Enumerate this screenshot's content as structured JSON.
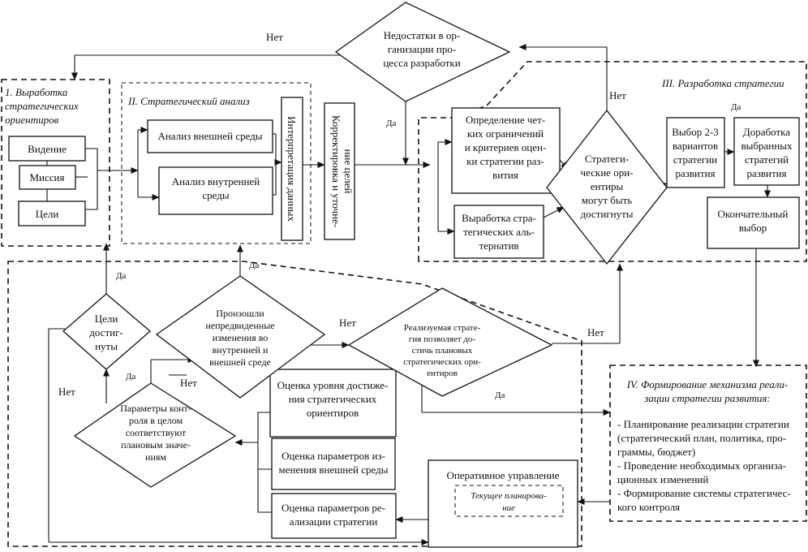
{
  "sections": {
    "s1": [
      "1. Выработка",
      "стратегических",
      "ориентиров"
    ],
    "s2": "II. Стратегический анализ",
    "s3": "III. Разработка стратегии",
    "s4": [
      "IV. Формирование механизма реали-",
      "зации стратегии развития:"
    ],
    "s4_items": [
      "- Планирование реализации стратегии",
      "(стратегический план, политика, про-",
      "граммы, бюджет)",
      "- Проведение необходимых организа-",
      "ционных изменений",
      "- Формирование системы стратегичес-",
      "кого контроля"
    ]
  },
  "boxes": {
    "vision": "Видение",
    "mission": "Миссия",
    "goals": "Цели",
    "ext_analysis": "Анализ внешней среды",
    "int_analysis": [
      "Анализ внутренней",
      "среды"
    ],
    "interpretation": "Интерпретация данных",
    "correction": [
      "Корректировка и уточне-",
      "ние целей"
    ],
    "constraints": [
      "Определение чет-",
      "ких ограничений",
      "и критериев оцен-",
      "ки стратегии раз-",
      "вития"
    ],
    "alternatives": [
      "Выработка стра-",
      "тегических аль-",
      "тернатив"
    ],
    "choose": [
      "Выбор 2-3",
      "вариантов",
      "стратегии",
      "развития"
    ],
    "refine": [
      "Доработка",
      "выбранных",
      "стратегий",
      "развития"
    ],
    "final": [
      "Окончательный",
      "выбор"
    ],
    "eval_goals": [
      "Оценка уровня достиже-",
      "ния стратегических",
      "ориентиров"
    ],
    "eval_env": [
      "Оценка параметров из-",
      "менения внешней среды"
    ],
    "eval_impl": [
      "Оценка параметров ре-",
      "ализации стратегии"
    ],
    "operational": "Оперативное управление",
    "current_planning": [
      "Текущее планирова-",
      "ние"
    ]
  },
  "diamonds": {
    "shortcomings": [
      "Недостатки в ор-",
      "ганизации про-",
      "цесса разработки"
    ],
    "achievable": [
      "Стратеги-",
      "ческие ори-",
      "ентиры",
      "могут быть",
      "достигнуты"
    ],
    "goals_reached": [
      "Цели",
      "достиг-",
      "нуты"
    ],
    "unforeseen": [
      "Произошли",
      "непредвиденные",
      "изменения во",
      "внутренней и",
      "внешней среде"
    ],
    "strategy_allows": [
      "Реализуемая страте-",
      "гия позволяет до-",
      "стичь плановых",
      "стратегических ори-",
      "ентиров"
    ],
    "params_ok": [
      "Параметры конт-",
      "роля в целом",
      "соответствуют",
      "плановым значе-",
      "ниям"
    ]
  },
  "labels": {
    "yes": "Да",
    "no": "Нет"
  }
}
